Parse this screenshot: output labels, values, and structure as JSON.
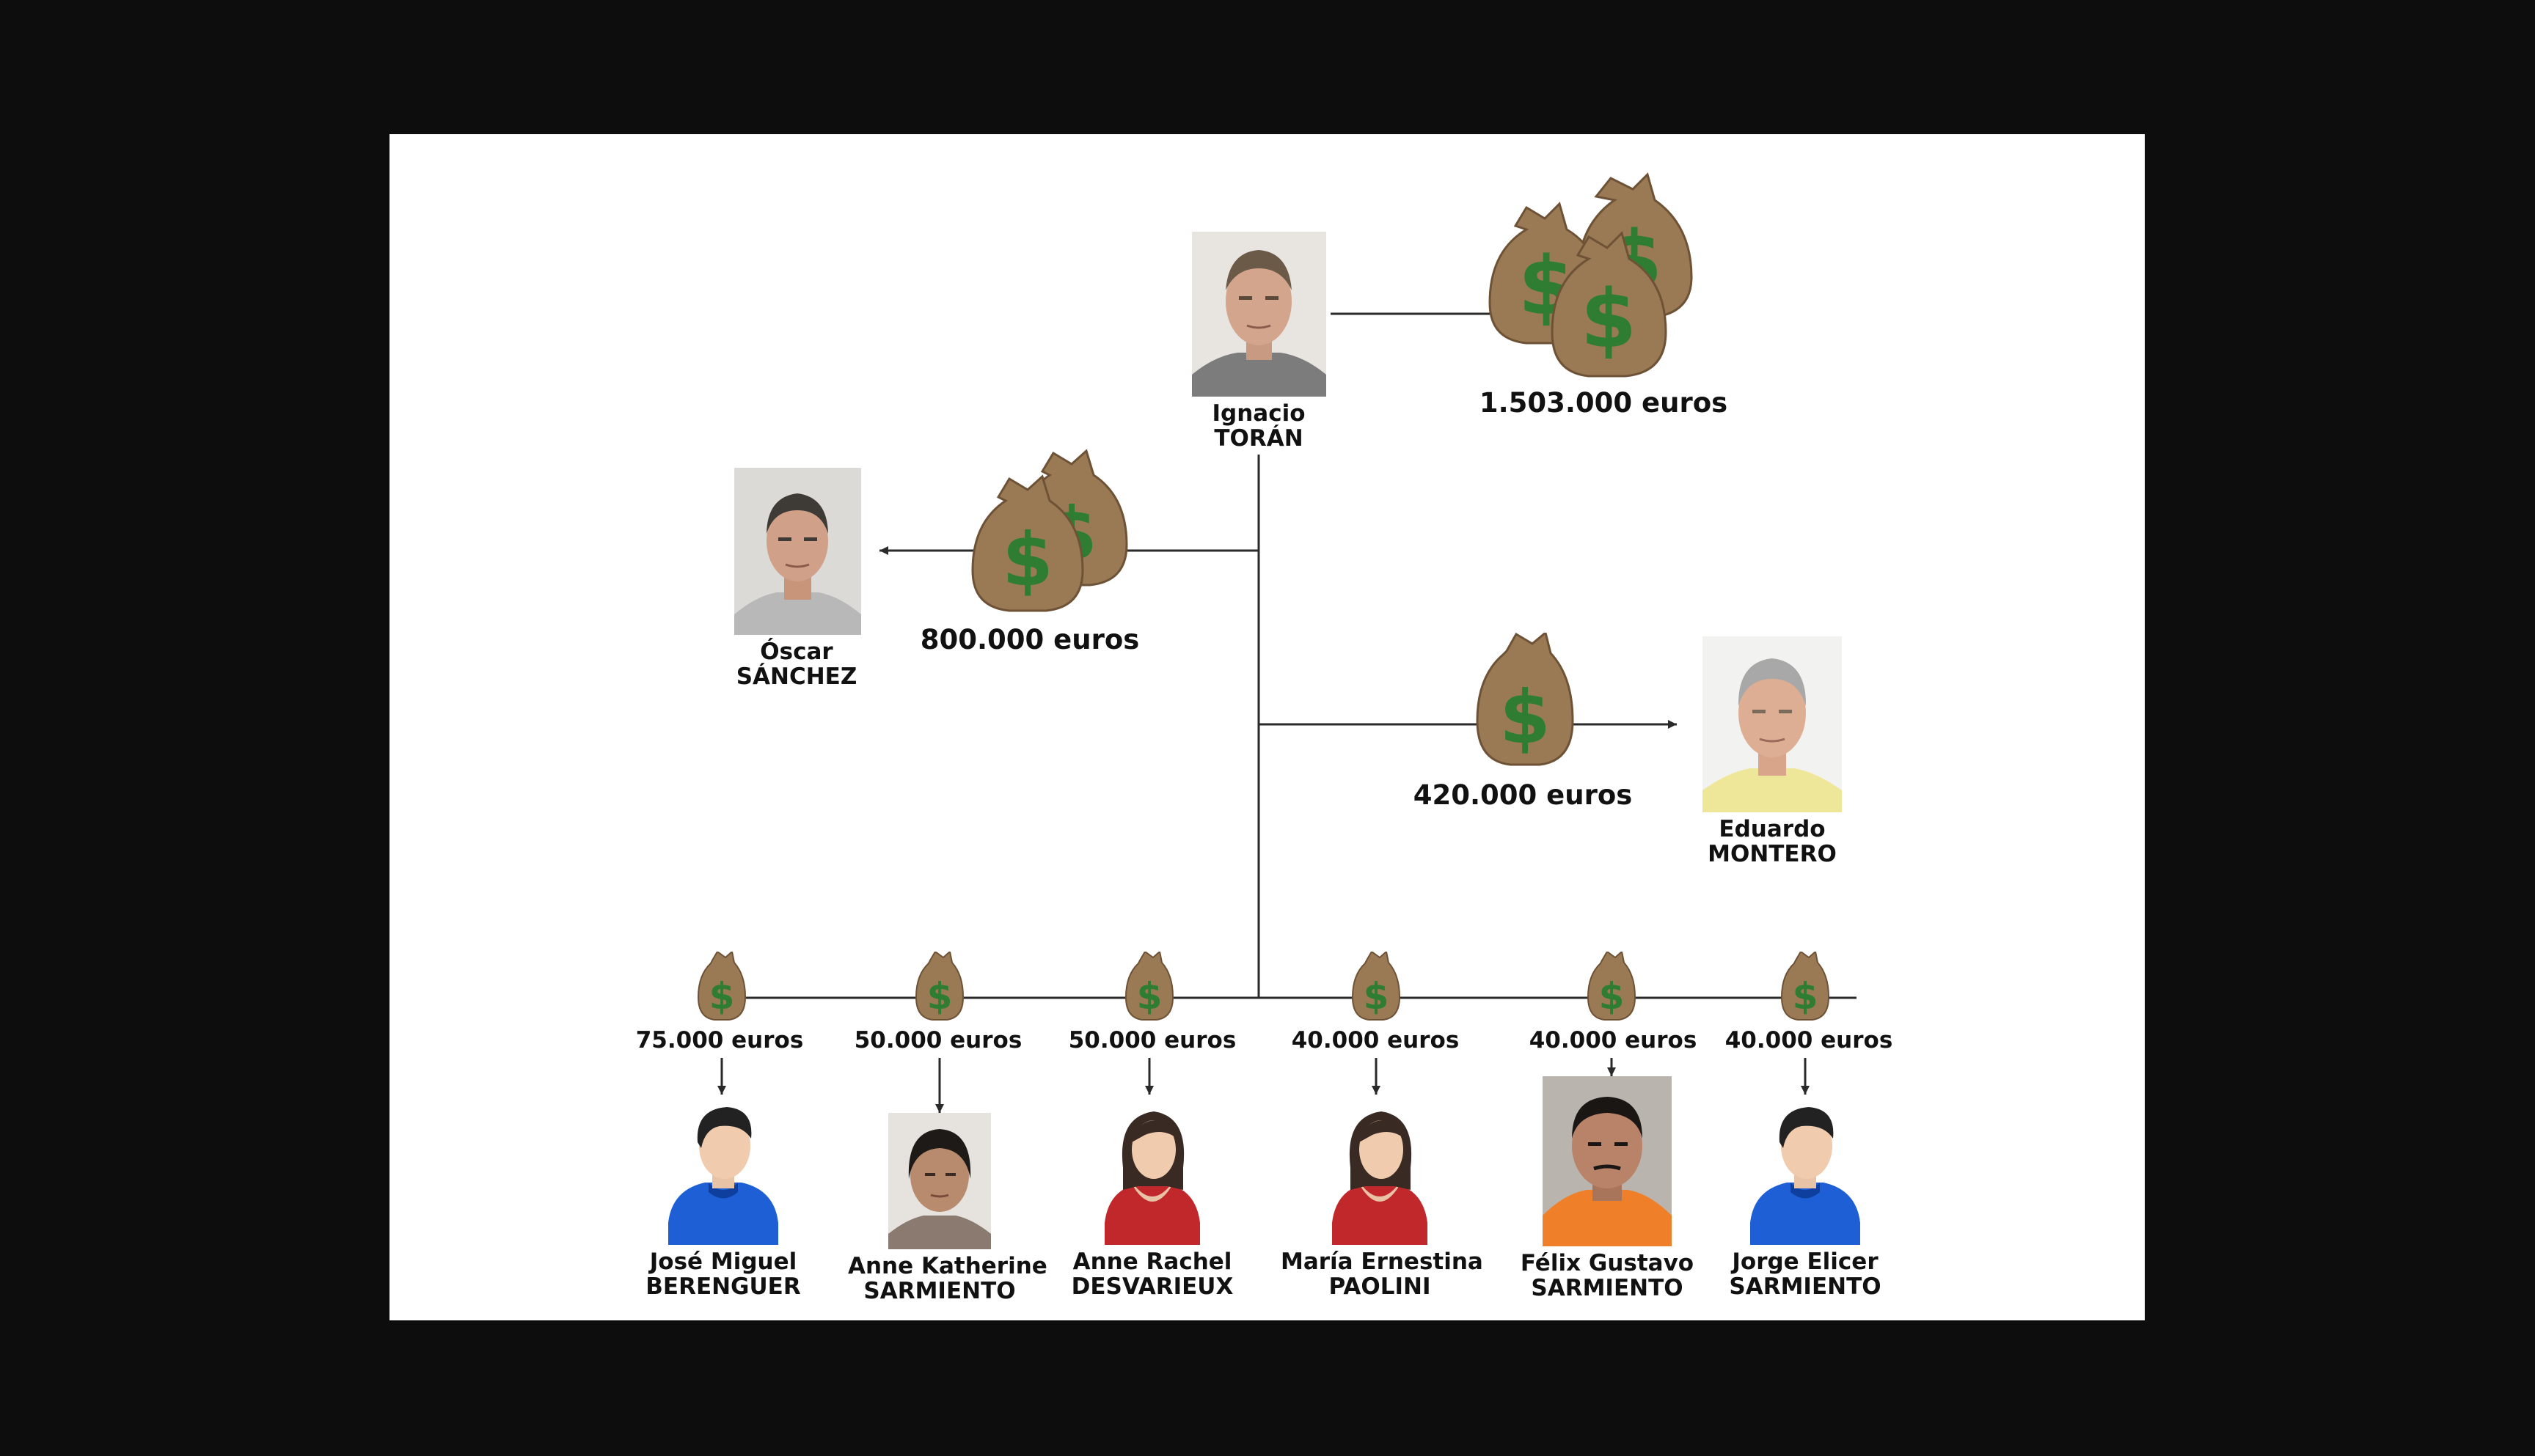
{
  "diagram": {
    "colors": {
      "background": "#0d0d0d",
      "canvas": "#ffffff",
      "line": "#2a2a2a",
      "bag": "#9a7a55",
      "bag_dark": "#6e5236",
      "dollar": "#2e7d32",
      "male_shirt": "#1f5fd6",
      "female_shirt": "#c0282c"
    },
    "leader": {
      "first_name": "Ignacio",
      "last_name": "TORÁN",
      "photo": "photo-mugshot",
      "amount": "1.503.000 euros",
      "bag_icon": "money-bag-icon"
    },
    "lieutenants": [
      {
        "first_name": "Óscar",
        "last_name": "SÁNCHEZ",
        "photo": "photo-mugshot",
        "amount": "800.000 euros"
      },
      {
        "first_name": "Eduardo",
        "last_name": "MONTERO",
        "photo": "photo-mugshot",
        "amount": "420.000 euros"
      }
    ],
    "members": [
      {
        "first_name": "José Miguel",
        "last_name": "BERENGUER",
        "amount": "75.000 euros",
        "avatar": "male-avatar-icon"
      },
      {
        "first_name": "Anne Katherine",
        "last_name": "SARMIENTO",
        "amount": "50.000 euros",
        "avatar": "photo-mugshot"
      },
      {
        "first_name": "Anne Rachel",
        "last_name": "DESVARIEUX",
        "amount": "50.000 euros",
        "avatar": "female-avatar-icon"
      },
      {
        "first_name": "María Ernestina",
        "last_name": "PAOLINI",
        "amount": "40.000 euros",
        "avatar": "female-avatar-icon"
      },
      {
        "first_name": "Félix Gustavo",
        "last_name": "SARMIENTO",
        "amount": "40.000 euros",
        "avatar": "photo-mugshot"
      },
      {
        "first_name": "Jorge Elicer",
        "last_name": "SARMIENTO",
        "amount": "40.000 euros",
        "avatar": "male-avatar-icon"
      }
    ]
  }
}
